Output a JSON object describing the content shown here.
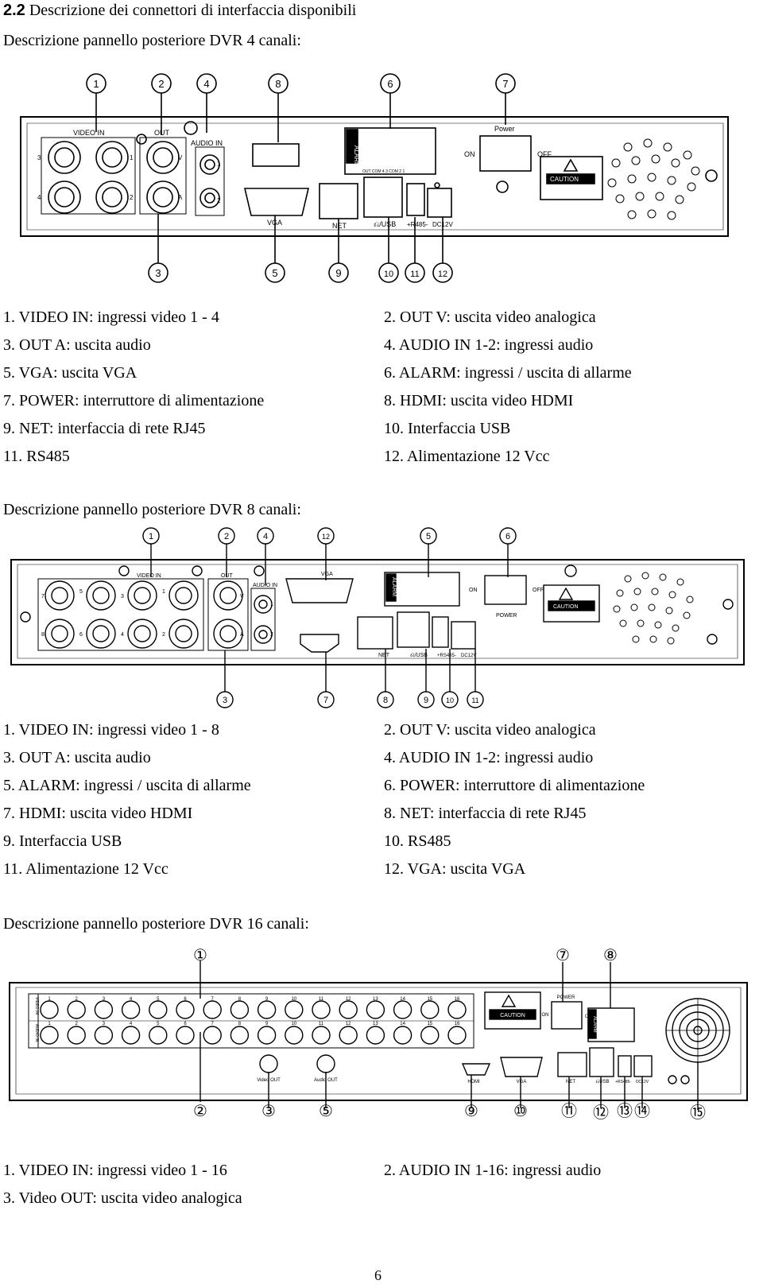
{
  "section": {
    "number": "2.2",
    "title": "Descrizione dei connettori di interfaccia disponibili"
  },
  "dvr4": {
    "subtitle": "Descrizione pannello posteriore DVR 4 canali:",
    "callouts_top": [
      "1",
      "2",
      "4",
      "8",
      "6",
      "7"
    ],
    "callouts_bottom": [
      "3",
      "5",
      "9",
      "10",
      "11",
      "12"
    ],
    "panel_labels": {
      "video_in": "VIDEO IN",
      "out": "OUT",
      "audio_in": "AUDIO IN",
      "vga": "VGA",
      "net": "NET",
      "usb": "⎌/USB",
      "rs485": "+R485-",
      "dc": "DC12V",
      "alarm": "ALARM",
      "power": "Power",
      "on": "ON",
      "off": "OFF",
      "caution": "CAUTION",
      "alarm_pins": "OUT  COM  4    3   COM  2    1",
      "v": "V",
      "a": "A",
      "n1": "1",
      "n2": "2",
      "n3": "3",
      "n4": "4"
    },
    "items": [
      "1. VIDEO IN: ingressi video 1 - 4",
      "2. OUT V: uscita video analogica",
      "3. OUT A: uscita audio",
      "4. AUDIO IN 1-2: ingressi audio",
      "5. VGA: uscita VGA",
      "6. ALARM: ingressi / uscita di allarme",
      "7. POWER: interruttore di alimentazione",
      "8. HDMI: uscita video HDMI",
      "9. NET: interfaccia di rete RJ45",
      "10. Interfaccia USB",
      "11. RS485",
      "12. Alimentazione 12 Vcc"
    ]
  },
  "dvr8": {
    "subtitle": "Descrizione pannello posteriore DVR 8 canali:",
    "callouts_top": [
      "1",
      "2",
      "4",
      "12",
      "5",
      "6"
    ],
    "callouts_bottom": [
      "3",
      "7",
      "8",
      "9",
      "10",
      "11"
    ],
    "panel_labels": {
      "video_in": "VIDEO IN",
      "out": "OUT",
      "audio_in": "AUDIO IN",
      "vga": "VGA",
      "net": "NET",
      "usb": "⎌/USB",
      "rs485": "+RS485-",
      "dc": "DC12V",
      "alarm": "ALARM",
      "power": "POWER",
      "on": "ON",
      "off": "OFF",
      "caution": "CAUTION",
      "v": "V",
      "a": "A",
      "n1": "1",
      "n2": "2",
      "n3": "3",
      "n4": "4",
      "n5": "5",
      "n6": "6",
      "n7": "7",
      "n8": "8"
    },
    "items": [
      "1. VIDEO IN: ingressi video 1 - 8",
      "2. OUT V: uscita video analogica",
      "3. OUT A: uscita audio",
      "4. AUDIO IN 1-2: ingressi audio",
      "5. ALARM: ingressi / uscita di allarme",
      "6. POWER: interruttore di alimentazione",
      "7. HDMI: uscita video HDMI",
      "8. NET: interfaccia di rete RJ45",
      "9. Interfaccia USB",
      "10. RS485",
      "11. Alimentazione 12 Vcc",
      "12. VGA: uscita VGA"
    ]
  },
  "dvr16": {
    "subtitle": "Descrizione pannello posteriore DVR 16 canali:",
    "callouts_top": [
      "①",
      "⑦",
      "⑧"
    ],
    "callouts_bottom": [
      "②",
      "③",
      "⑤",
      "⑨",
      "⑩",
      "⑪",
      "⑫",
      "⑬",
      "⑭",
      "⑮"
    ],
    "panel_labels": {
      "video_out": "Video OUT",
      "audio_out": "Audio OUT",
      "hdmi": "HDMI",
      "vga": "VGA",
      "net": "NET",
      "usb": "⎌USB",
      "rs485": "+RS485-",
      "dc": "DC12V",
      "power": "POWER",
      "on": "ON",
      "off": "OFF",
      "caution": "CAUTION",
      "alarm": "ALARM",
      "video_in_side": "VIDEO IN",
      "audio_in_side": "AUDIO IN"
    },
    "channel_numbers": [
      "1",
      "2",
      "3",
      "4",
      "5",
      "6",
      "7",
      "8",
      "9",
      "10",
      "11",
      "12",
      "13",
      "14",
      "15",
      "16"
    ],
    "items": [
      "1. VIDEO IN: ingressi video 1 - 16",
      "2. AUDIO IN 1-16: ingressi audio",
      "3. Video OUT: uscita video analogica"
    ]
  },
  "page_number": "6"
}
